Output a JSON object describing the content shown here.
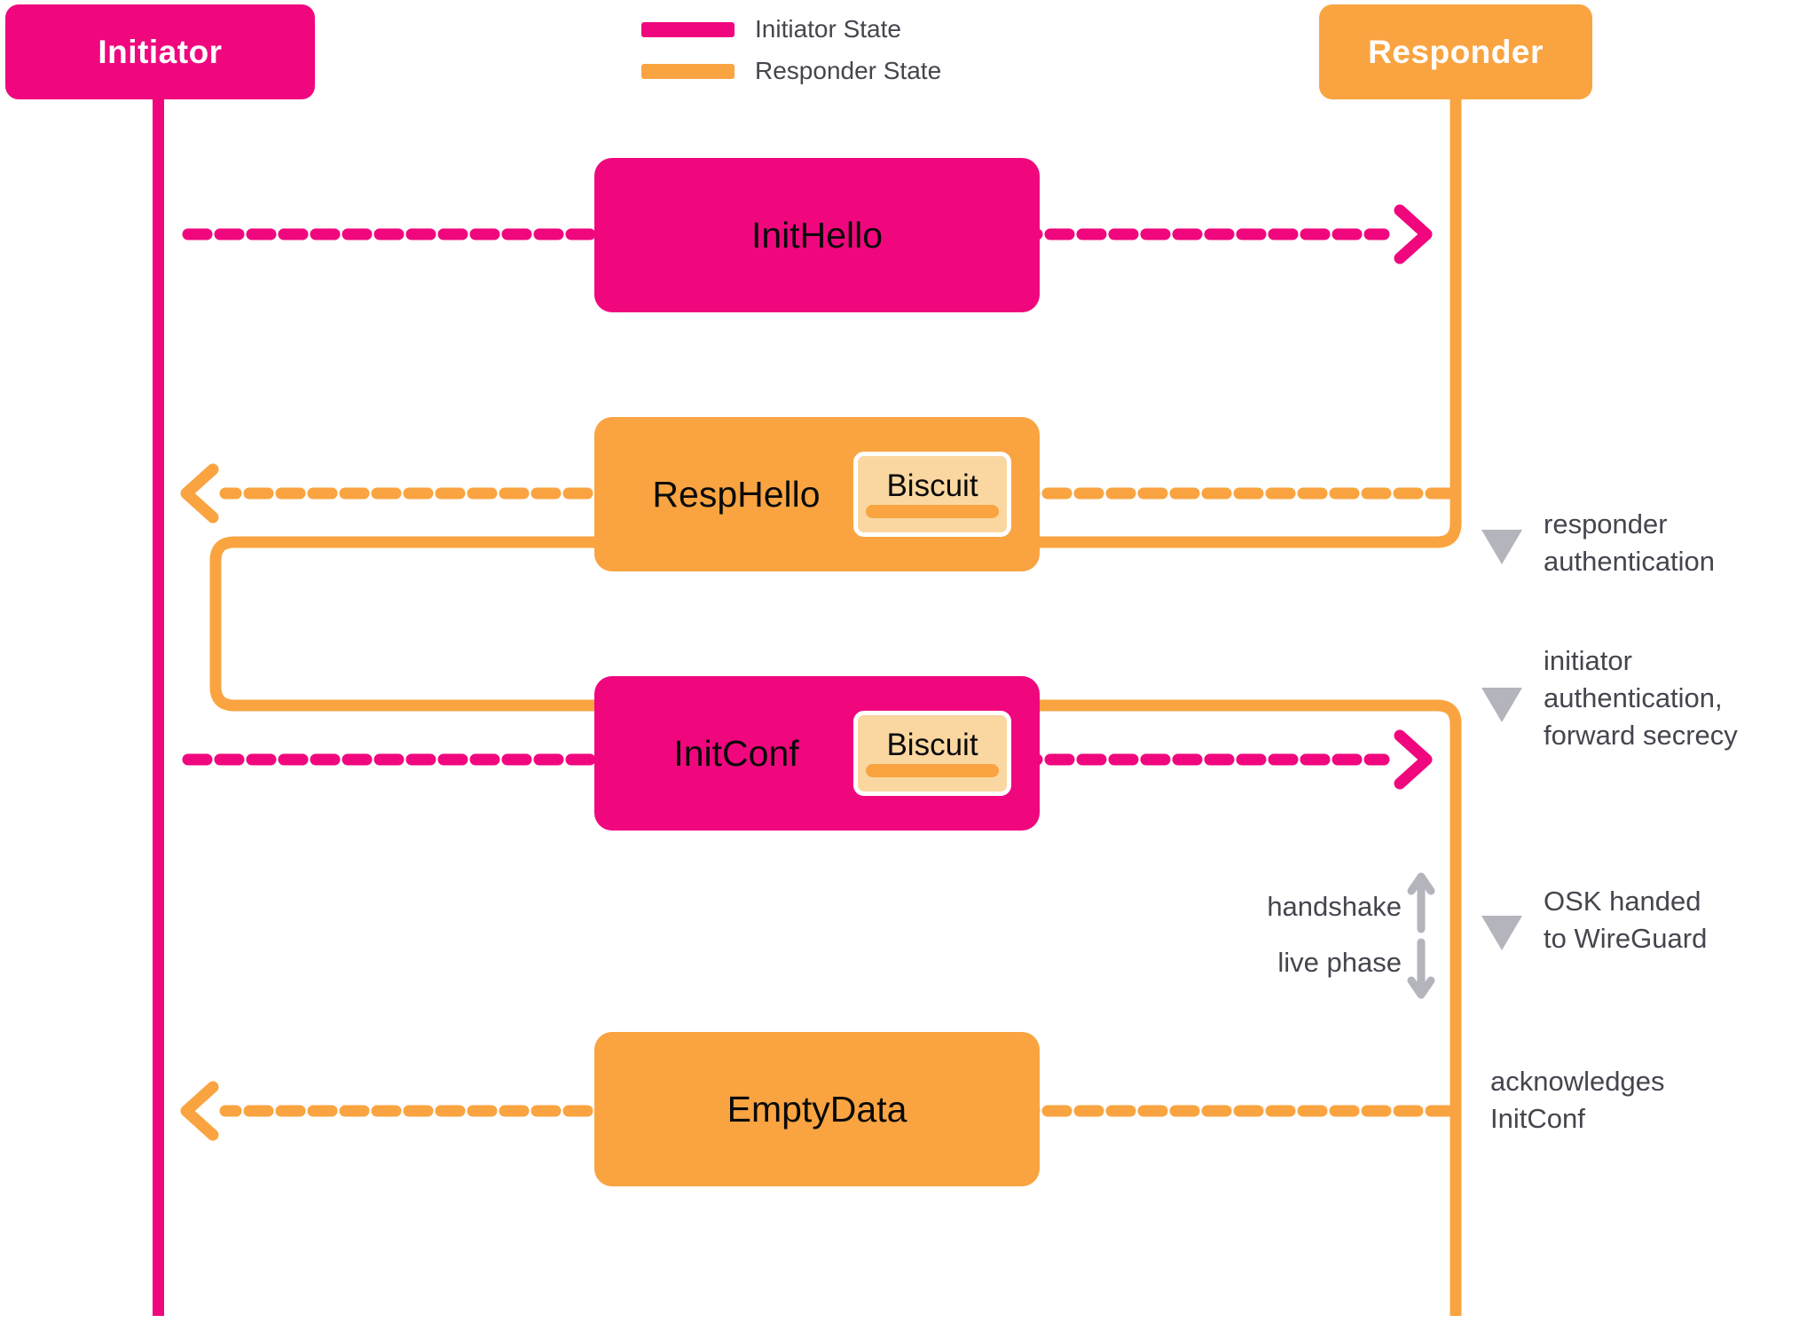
{
  "colors": {
    "pink": "#F0077E",
    "orange": "#F9A441",
    "peach": "#FAD7A1",
    "text-dark": "#45454F",
    "icon-gray": "#B3B4BC",
    "box-text": "#0A0A0A"
  },
  "actors": {
    "initiator": {
      "label": "Initiator"
    },
    "responder": {
      "label": "Responder"
    }
  },
  "legend": {
    "items": [
      {
        "label": "Initiator State",
        "color": "#F0077E"
      },
      {
        "label": "Responder State",
        "color": "#F9A441"
      }
    ]
  },
  "messages": [
    {
      "name": "InitHello",
      "from": "initiator",
      "to": "responder",
      "has_biscuit": false
    },
    {
      "name": "RespHello",
      "from": "responder",
      "to": "initiator",
      "has_biscuit": true,
      "biscuit_label": "Biscuit"
    },
    {
      "name": "InitConf",
      "from": "initiator",
      "to": "responder",
      "has_biscuit": true,
      "biscuit_label": "Biscuit"
    },
    {
      "name": "EmptyData",
      "from": "responder",
      "to": "initiator",
      "has_biscuit": false
    }
  ],
  "annotations": {
    "responder_auth": {
      "line1": "responder",
      "line2": "authentication"
    },
    "initiator_auth": {
      "line1": "initiator",
      "line2": "authentication,",
      "line3": "forward secrecy"
    },
    "osk": {
      "line1": "OSK handed",
      "line2": "to WireGuard"
    },
    "ack": {
      "line1": "acknowledges",
      "line2": "InitConf"
    }
  },
  "phase_labels": {
    "handshake": "handshake",
    "live_phase": "live phase"
  }
}
